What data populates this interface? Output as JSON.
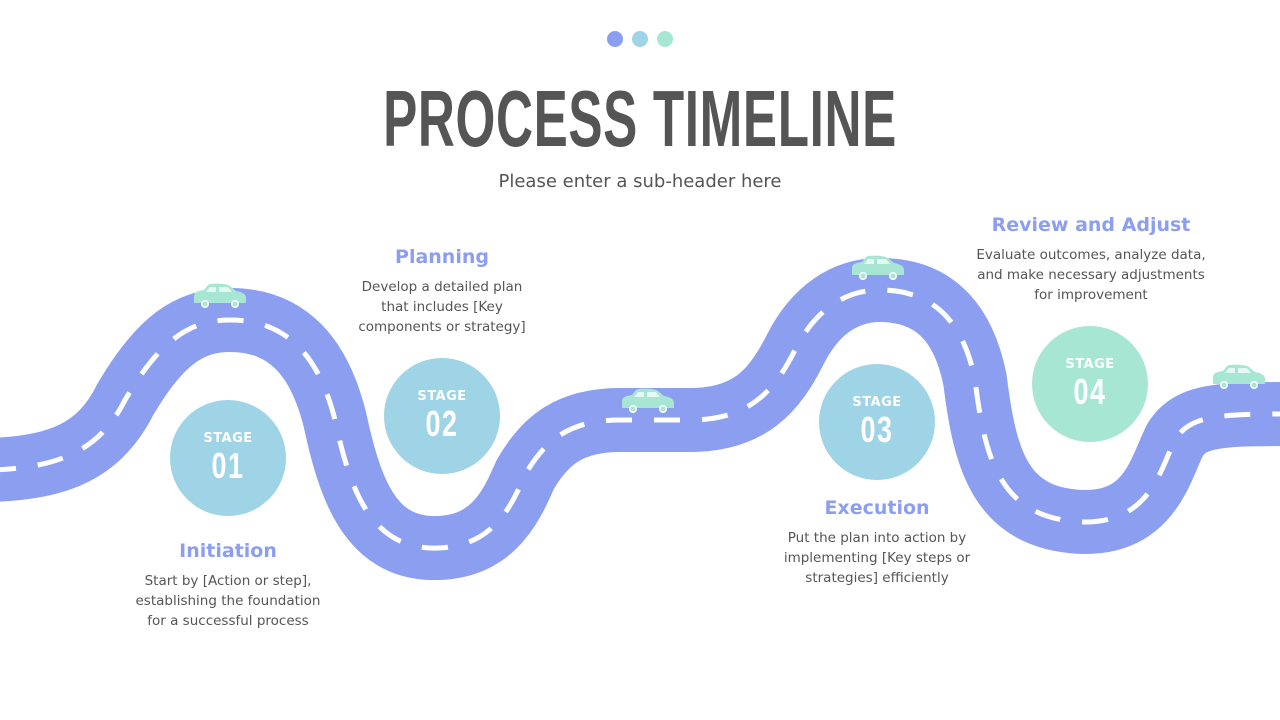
{
  "header": {
    "title": "PROCESS TIMELINE",
    "subtitle": "Please enter a sub-header here",
    "dot_colors": [
      "#8c9ef0",
      "#9fd3e6",
      "#a8e6d4"
    ]
  },
  "colors": {
    "road": "#8c9ef0",
    "road_marking": "#ffffff",
    "car": "#a8e6d4",
    "stage_blue": "#9fd3e6",
    "stage_teal": "#a8e6d4",
    "heading": "#8c9ef0",
    "text": "#555555"
  },
  "stages": [
    {
      "label": "STAGE",
      "number": "01",
      "title": "Initiation",
      "description_lines": [
        "Start by [Action or step],",
        "establishing the foundation",
        "for a successful process"
      ]
    },
    {
      "label": "STAGE",
      "number": "02",
      "title": "Planning",
      "description_lines": [
        "Develop a detailed plan",
        "that includes [Key",
        "components or strategy]"
      ]
    },
    {
      "label": "STAGE",
      "number": "03",
      "title": "Execution",
      "description_lines": [
        "Put the plan into action by",
        "implementing [Key steps or",
        "strategies] efficiently"
      ]
    },
    {
      "label": "STAGE",
      "number": "04",
      "title": "Review and Adjust",
      "description_lines": [
        "Evaluate outcomes, analyze data,",
        "and make necessary adjustments",
        "for improvement"
      ]
    }
  ],
  "icons": {
    "car": "car-icon"
  }
}
